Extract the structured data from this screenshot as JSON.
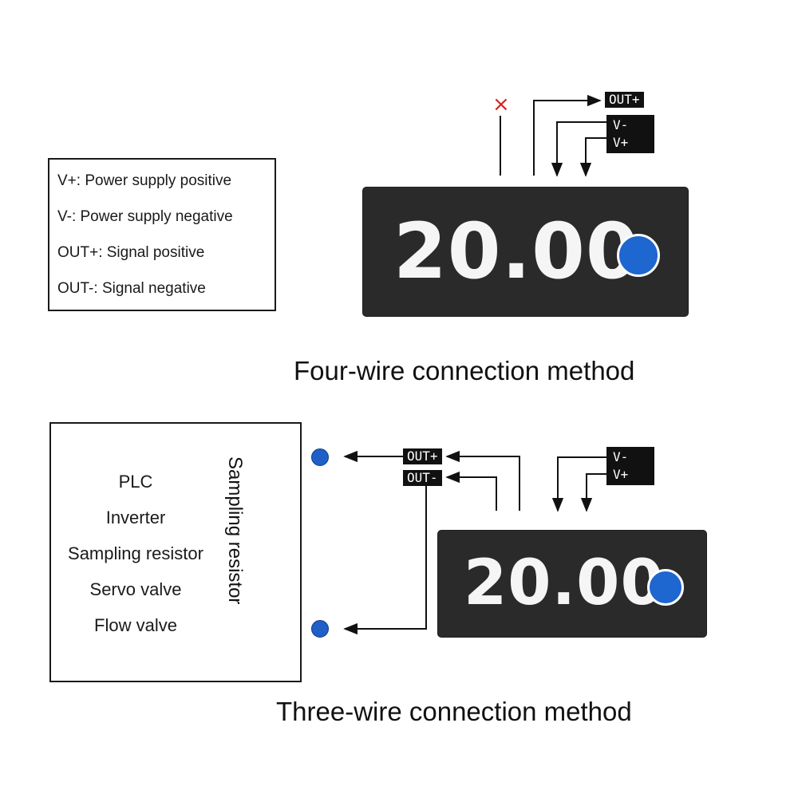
{
  "legend": {
    "items": [
      "V+: Power supply positive",
      "V-: Power supply negative",
      "OUT+: Signal positive",
      "OUT-: Signal negative"
    ]
  },
  "four_wire": {
    "display_value": "20.00",
    "not_connected_mark": "×",
    "tag_out_plus": "OUT+",
    "tag_v_minus": "V-",
    "tag_v_plus": "V+",
    "caption": "Four-wire connection method"
  },
  "three_wire": {
    "display_value": "20.00",
    "tag_out_plus": "OUT+",
    "tag_out_minus": "OUT-",
    "tag_v_minus": "V-",
    "tag_v_plus": "V+",
    "caption": "Three-wire connection method"
  },
  "device": {
    "items": [
      "PLC",
      "Inverter",
      "Sampling resistor",
      "Servo valve",
      "Flow valve"
    ],
    "resistor_label": "Sampling resistor"
  },
  "colors": {
    "display_bg": "#2a2a2a",
    "led": "#1e66d0",
    "terminal": "#1e5fc8",
    "resistor": "#1e5fc8",
    "not_connected_mark": "#d62020"
  }
}
